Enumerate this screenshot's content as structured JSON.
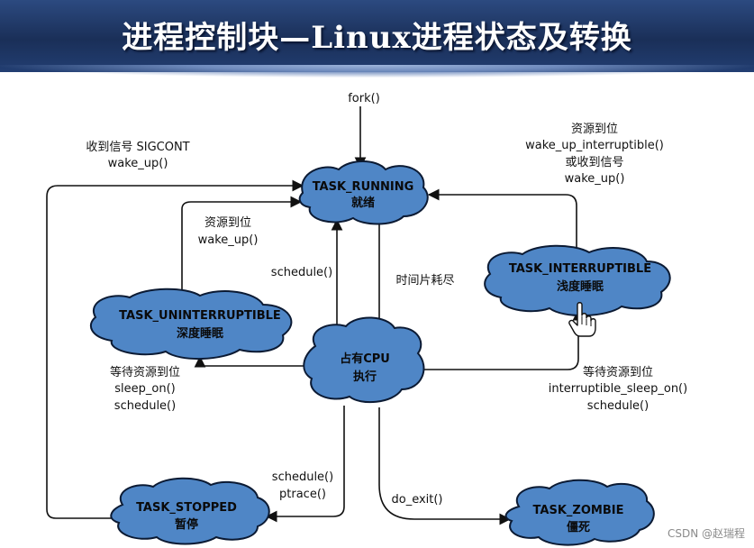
{
  "title": "进程控制块—Linux进程状态及转换",
  "watermark": "CSDN @赵瑞程",
  "states": {
    "running": {
      "name": "TASK_RUNNING",
      "desc": "就绪"
    },
    "interruptible": {
      "name": "TASK_INTERRUPTIBLE",
      "desc": "浅度睡眠"
    },
    "uninterruptible": {
      "name": "TASK_UNINTERRUPTIBLE",
      "desc": "深度睡眠"
    },
    "cpu": {
      "name": "占有CPU",
      "desc": "执行"
    },
    "stopped": {
      "name": "TASK_STOPPED",
      "desc": "暂停"
    },
    "zombie": {
      "name": "TASK_ZOMBIE",
      "desc": "僵死"
    }
  },
  "transitions": {
    "fork": "fork()",
    "sigcont": [
      "收到信号 SIGCONT",
      "wake_up()"
    ],
    "int_wake": [
      "资源到位",
      "wake_up_interruptible()",
      "或收到信号",
      "wake_up()"
    ],
    "unint_wake": [
      "资源到位",
      "wake_up()"
    ],
    "schedule": "schedule()",
    "timeslice": "时间片耗尽",
    "unint_sleep": [
      "等待资源到位",
      "sleep_on()",
      "schedule()"
    ],
    "int_sleep": [
      "等待资源到位",
      "interruptible_sleep_on()",
      "schedule()"
    ],
    "stop": [
      "schedule()",
      "ptrace()"
    ],
    "exit": "do_exit()"
  },
  "icons": {
    "cursor": "hand-pointer-icon"
  },
  "colors": {
    "state_fill": "#4f86c6",
    "title_bg": "#1f3766"
  }
}
